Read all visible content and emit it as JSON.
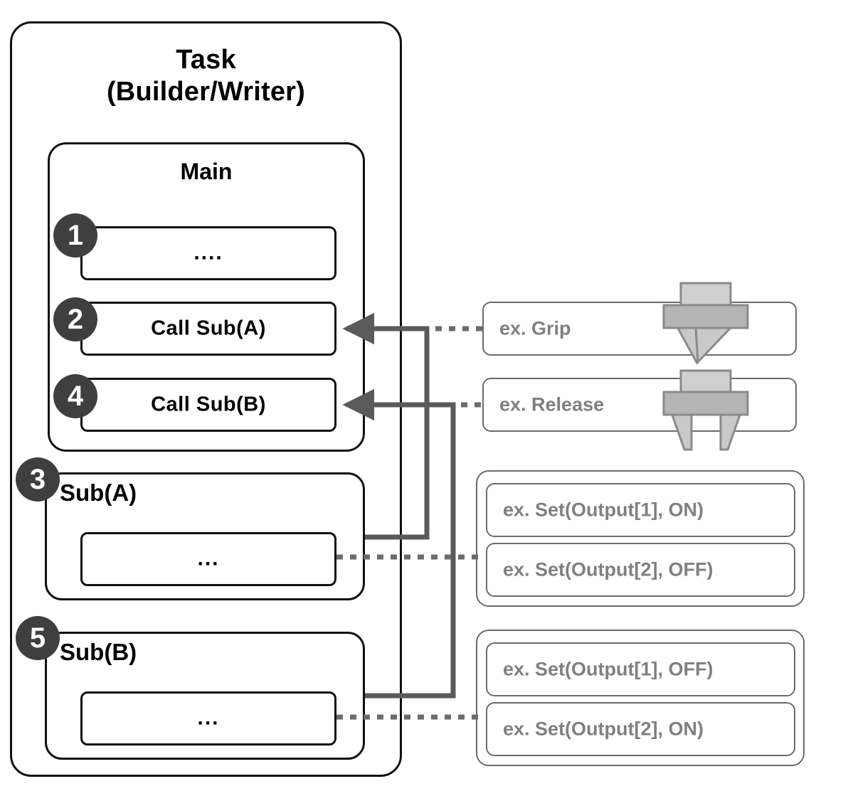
{
  "task": {
    "title": "Task\n(Builder/Writer)",
    "main": {
      "title": "Main",
      "steps": [
        {
          "badge": "1",
          "label": "...."
        },
        {
          "badge": "2",
          "label": "Call Sub(A)"
        },
        {
          "badge": "4",
          "label": "Call Sub(B)"
        }
      ]
    },
    "subroutines": [
      {
        "badge": "3",
        "title": "Sub(A)",
        "body_label": "..."
      },
      {
        "badge": "5",
        "title": "Sub(B)",
        "body_label": "..."
      }
    ]
  },
  "examples": {
    "gripper_actions": [
      {
        "label": "ex. Grip",
        "icon": "gripper-closed-icon"
      },
      {
        "label": "ex. Release",
        "icon": "gripper-open-icon"
      }
    ],
    "output_groups": [
      {
        "group_name": "sub-a-output-group",
        "items": [
          {
            "label": "ex. Set(Output[1], ON)"
          },
          {
            "label": "ex. Set(Output[2], OFF)"
          }
        ]
      },
      {
        "group_name": "sub-b-output-group",
        "items": [
          {
            "label": "ex. Set(Output[1], OFF)"
          },
          {
            "label": "ex. Set(Output[2], ON)"
          }
        ]
      }
    ]
  },
  "colors": {
    "outline": "#111111",
    "badge_fill": "#3f3f3f",
    "badge_text": "#ffffff",
    "example_outline": "#6b6b6b",
    "example_text": "#808080",
    "connector": "#5a5a5a",
    "gripper_light": "#c4c4c4",
    "gripper_dark": "#ababab",
    "gripper_stroke": "#8a8a8a"
  }
}
